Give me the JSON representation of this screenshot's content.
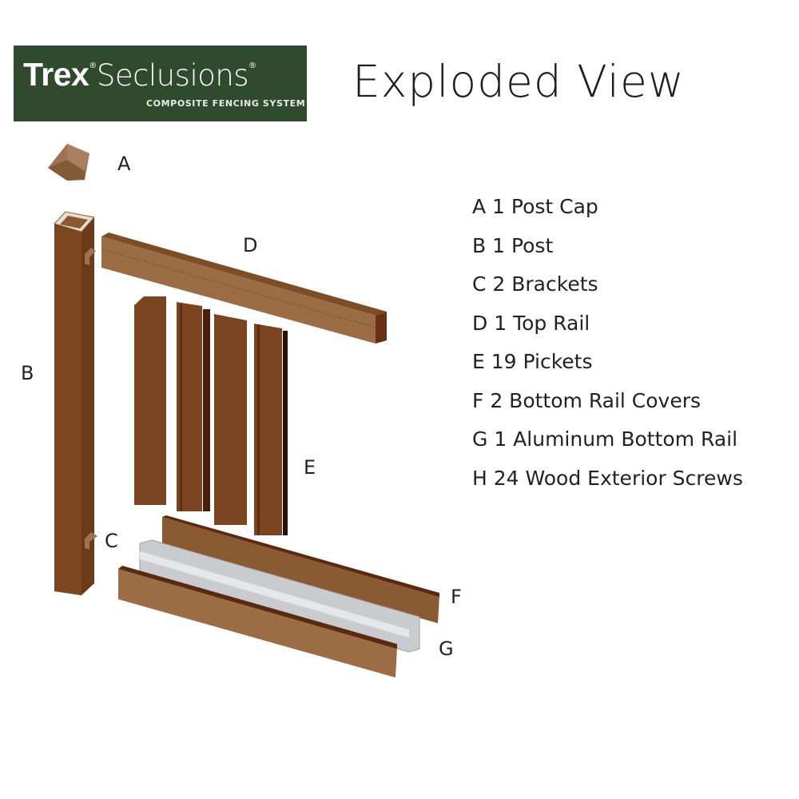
{
  "logo": {
    "brand_bold": "Trex",
    "brand_light": "Seclusions",
    "registered": "®",
    "tagline": "COMPOSITE FENCING SYSTEM"
  },
  "title": "Exploded View",
  "labels": {
    "A": "A",
    "B": "B",
    "C": "C",
    "D": "D",
    "E": "E",
    "F": "F",
    "G": "G"
  },
  "parts": [
    "A 1 Post Cap",
    "B 1 Post",
    "C 2 Brackets",
    "D 1 Top Rail",
    "E 19 Pickets",
    "F 2 Bottom Rail Covers",
    "G 1 Aluminum Bottom Rail",
    "H 24 Wood Exterior Screws"
  ],
  "colors": {
    "logo_bg": "#2f4a2c",
    "wood": "#7a4a22",
    "wood_light": "#9b6a40",
    "aluminum": "#c9cbce"
  }
}
